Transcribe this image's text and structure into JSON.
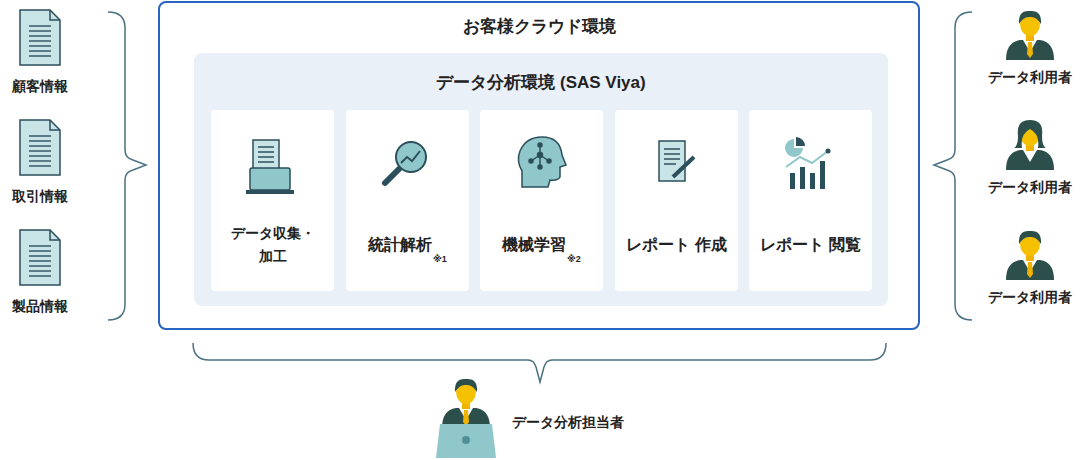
{
  "diagram": {
    "nodes": [
      {
        "text": [
          "お客様クラウド環境"
        ]
      },
      {
        "text": [
          "データ分析環境 (SAS Viya)"
        ],
        "in": 0
      },
      {
        "text": [
          "データ収集・ 加工"
        ],
        "in": 1
      },
      {
        "text": [
          "統計解析",
          "※1"
        ],
        "in": 1
      },
      {
        "text": [
          "機械学習",
          "※2"
        ],
        "in": 1
      },
      {
        "text": [
          "レポート 作成"
        ],
        "in": 1
      },
      {
        "text": [
          "レポート 閲覧"
        ],
        "in": 1
      }
    ],
    "labels": [
      "顧客情報",
      "取引情報",
      "製品情報",
      "データ利用者",
      "データ利用者",
      "データ利用者",
      "データ分析担当者"
    ]
  }
}
